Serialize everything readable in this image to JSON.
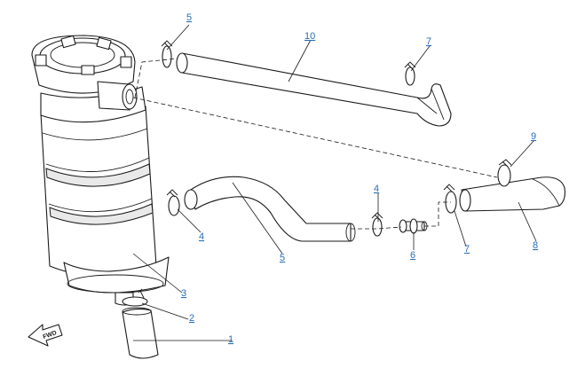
{
  "callouts": {
    "c1": "1",
    "c2": "2",
    "c3": "3",
    "c4a": "4",
    "c4b": "4",
    "c5a": "5",
    "c5b": "5",
    "c6": "6",
    "c7a": "7",
    "c7b": "7",
    "c8": "8",
    "c9": "9",
    "c10": "10"
  },
  "fwd_label": "FWD",
  "colors": {
    "callout": "#2a6fb5",
    "line": "#1a1a1a"
  }
}
